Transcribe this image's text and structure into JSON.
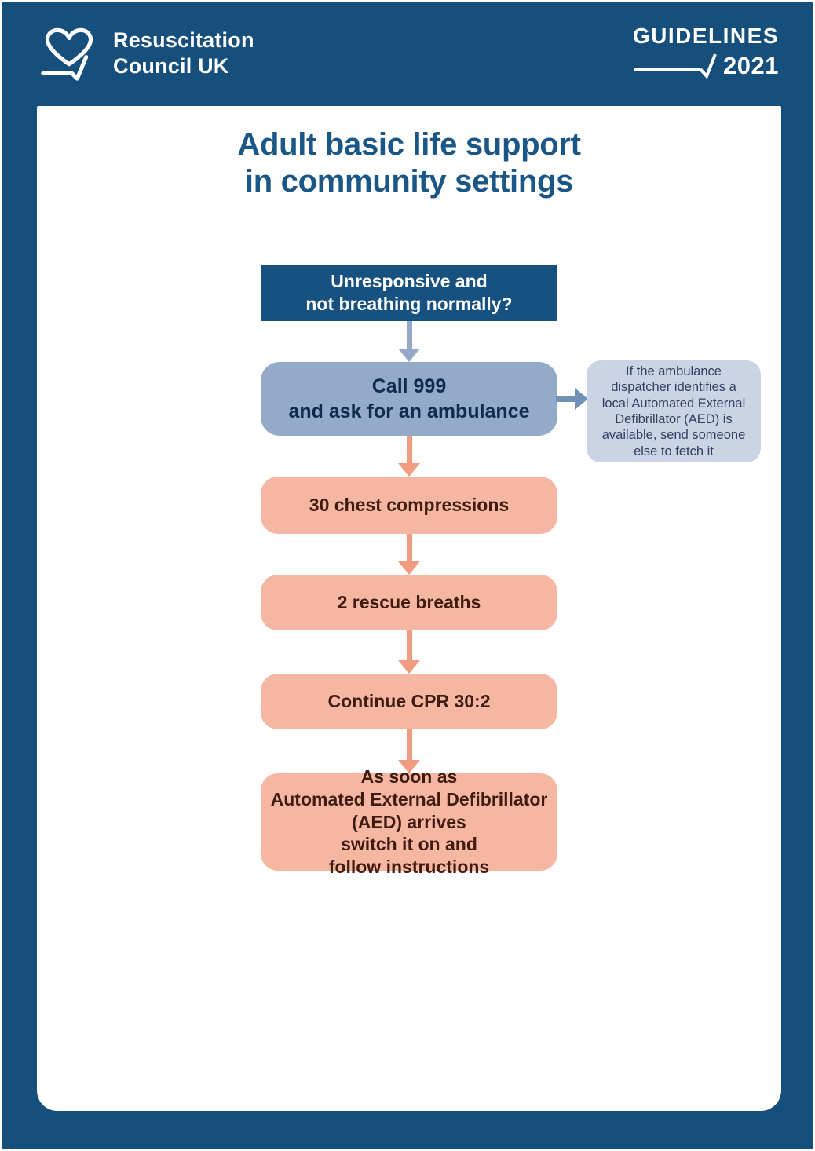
{
  "brand": {
    "logo_line1": "Resuscitation",
    "logo_line2": "Council UK",
    "guidelines_label": "GUIDELINES",
    "guidelines_year": "2021"
  },
  "title": "Adult basic life support\nin community settings",
  "flow": {
    "steps": [
      {
        "name": "unresponsive",
        "style": "navy",
        "text": "Unresponsive and\nnot breathing normally?"
      },
      {
        "name": "call-999",
        "style": "steel",
        "text": "Call 999\nand ask for an ambulance"
      },
      {
        "name": "chest-compressions",
        "style": "salmon",
        "text": "30 chest compressions"
      },
      {
        "name": "rescue-breaths",
        "style": "salmon",
        "text": "2 rescue breaths"
      },
      {
        "name": "continue-cpr",
        "style": "salmon",
        "text": "Continue CPR 30:2"
      },
      {
        "name": "aed-arrives",
        "style": "salmon",
        "text": "As soon as\nAutomated External Defibrillator\n(AED) arrives\nswitch it on and\nfollow instructions"
      }
    ],
    "side_note": "If the ambulance\ndispatcher identifies a\nlocal Automated External\nDefibrillator (AED) is\navailable, send someone\nelse to fetch it"
  },
  "colors": {
    "frame_blue": "#164e7c",
    "navy_box": "#175180",
    "steel_box": "#93aac8",
    "steel_arrow": "#93a9c7",
    "steel_arrow_dark": "#7191b6",
    "steel_text": "#0e2c4e",
    "note_bg": "#cbd4e4",
    "note_text": "#2f4260",
    "salmon_box": "#f6b7a2",
    "salmon_arrow": "#f19b80",
    "salmon_text": "#401c10",
    "title_text": "#1a5787"
  }
}
